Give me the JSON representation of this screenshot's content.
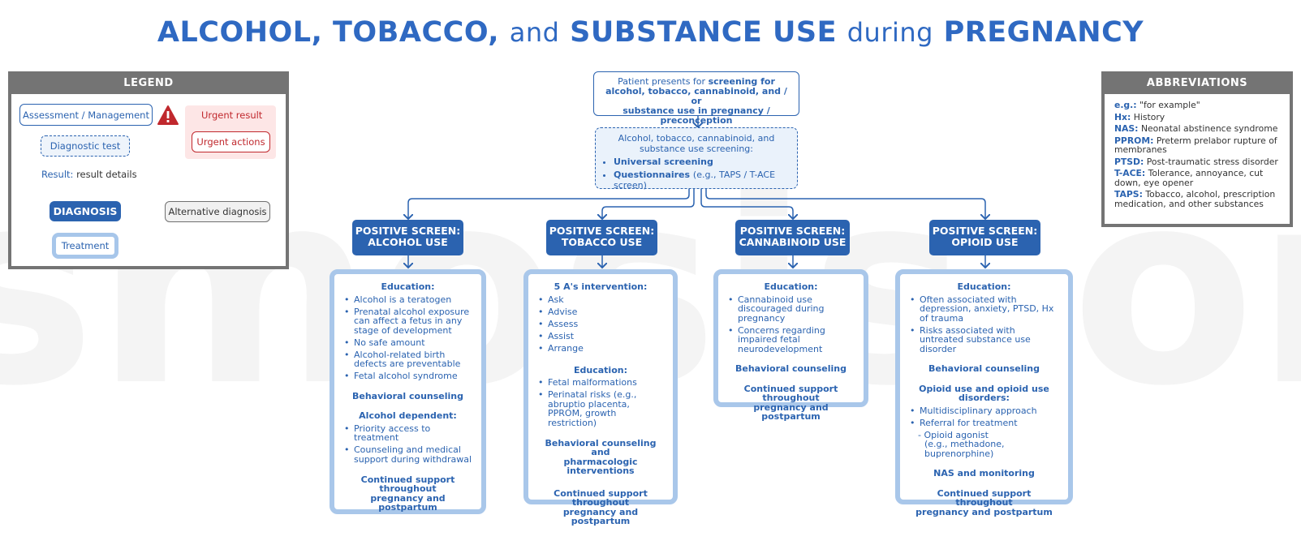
{
  "title": {
    "part1": "ALCOHOL, TOBACCO,",
    "and": "and",
    "part2": "SUBSTANCE USE",
    "during": "during",
    "part3": "PREGNANCY"
  },
  "watermark": "osmosis.org",
  "legend": {
    "heading": "LEGEND",
    "assessment": "Assessment / Management",
    "urgent_result": "Urgent result",
    "urgent_actions": "Urgent actions",
    "diagnostic_test": "Diagnostic test",
    "result_label": "Result:",
    "result_details": "result details",
    "diagnosis": "DIAGNOSIS",
    "alternative": "Alternative diagnosis",
    "treatment": "Treatment",
    "warning_icon": "warning-icon"
  },
  "abbreviations": {
    "heading": "ABBREVIATIONS",
    "items": [
      {
        "abbr": "e.g.:",
        "text": "\"for example\""
      },
      {
        "abbr": "Hx:",
        "text": "History"
      },
      {
        "abbr": "NAS:",
        "text": "Neonatal abstinence syndrome"
      },
      {
        "abbr": "PPROM:",
        "text": "Preterm prelabor rupture of membranes"
      },
      {
        "abbr": "PTSD:",
        "text": "Post-traumatic stress disorder"
      },
      {
        "abbr": "T-ACE:",
        "text": "Tolerance, annoyance, cut down, eye opener"
      },
      {
        "abbr": "TAPS:",
        "text": "Tobacco, alcohol, prescription medication, and other substances"
      }
    ]
  },
  "top": {
    "line1_a": "Patient presents for",
    "line1_b": "screening for",
    "line2": "alcohol, tobacco, cannabinoid, and / or",
    "line3": "substance use in pregnancy / preconception"
  },
  "screening": {
    "title1": "Alcohol, tobacco, cannabinoid, and",
    "title2": "substance use screening:",
    "item1": "Universal screening",
    "item2_b": "Questionnaires",
    "item2_n": "(e.g., TAPS / T-ACE screen)"
  },
  "positives": [
    {
      "line1": "POSITIVE SCREEN:",
      "line2": "ALCOHOL USE"
    },
    {
      "line1": "POSITIVE SCREEN:",
      "line2": "TOBACCO USE"
    },
    {
      "line1": "POSITIVE SCREEN:",
      "line2": "CANNABINOID USE"
    },
    {
      "line1": "POSITIVE SCREEN:",
      "line2": "OPIOID USE"
    }
  ],
  "alcohol": {
    "edu_head": "Education:",
    "edu": [
      "Alcohol is a teratogen",
      "Prenatal alcohol exposure can affect a fetus in any stage of development",
      "No safe amount",
      "Alcohol-related birth defects are preventable",
      "Fetal alcohol syndrome"
    ],
    "behavioral": "Behavioral counseling",
    "dependent_head": "Alcohol dependent:",
    "dependent": [
      "Priority access to treatment",
      "Counseling and medical support during withdrawal"
    ],
    "continued1": "Continued support throughout",
    "continued2": "pregnancy and postpartum"
  },
  "tobacco": {
    "fivea_head": "5 A's intervention:",
    "fivea": [
      "Ask",
      "Advise",
      "Assess",
      "Assist",
      "Arrange"
    ],
    "edu_head": "Education:",
    "edu": [
      "Fetal malformations",
      "Perinatal risks (e.g., abruptio placenta, PPROM, growth restriction)"
    ],
    "behavioral1": "Behavioral counseling and",
    "behavioral2": "pharmacologic interventions",
    "continued1": "Continued support throughout",
    "continued2": "pregnancy and postpartum"
  },
  "cannabinoid": {
    "edu_head": "Education:",
    "edu": [
      "Cannabinoid use discouraged during pregnancy",
      "Concerns regarding impaired fetal neurodevelopment"
    ],
    "behavioral": "Behavioral counseling",
    "continued1": "Continued support throughout",
    "continued2": "pregnancy and postpartum"
  },
  "opioid": {
    "edu_head": "Education:",
    "edu": [
      "Often associated with depression, anxiety, PTSD, Hx of trauma",
      "Risks associated with untreated substance use disorder"
    ],
    "behavioral": "Behavioral counseling",
    "disorder_head": "Opioid use and opioid use disorders:",
    "disorder": [
      "Multidisciplinary approach",
      "Referral for treatment"
    ],
    "sub1": "- Opioid agonist",
    "sub2": "(e.g., methadone, buprenorphine)",
    "nas": "NAS and monitoring",
    "continued1": "Continued support throughout",
    "continued2": "pregnancy and postpartum"
  },
  "colors": {
    "primary": "#2b63b0",
    "light_border": "#a9c7ea",
    "urgent": "#c0282d",
    "panel": "#747474"
  }
}
